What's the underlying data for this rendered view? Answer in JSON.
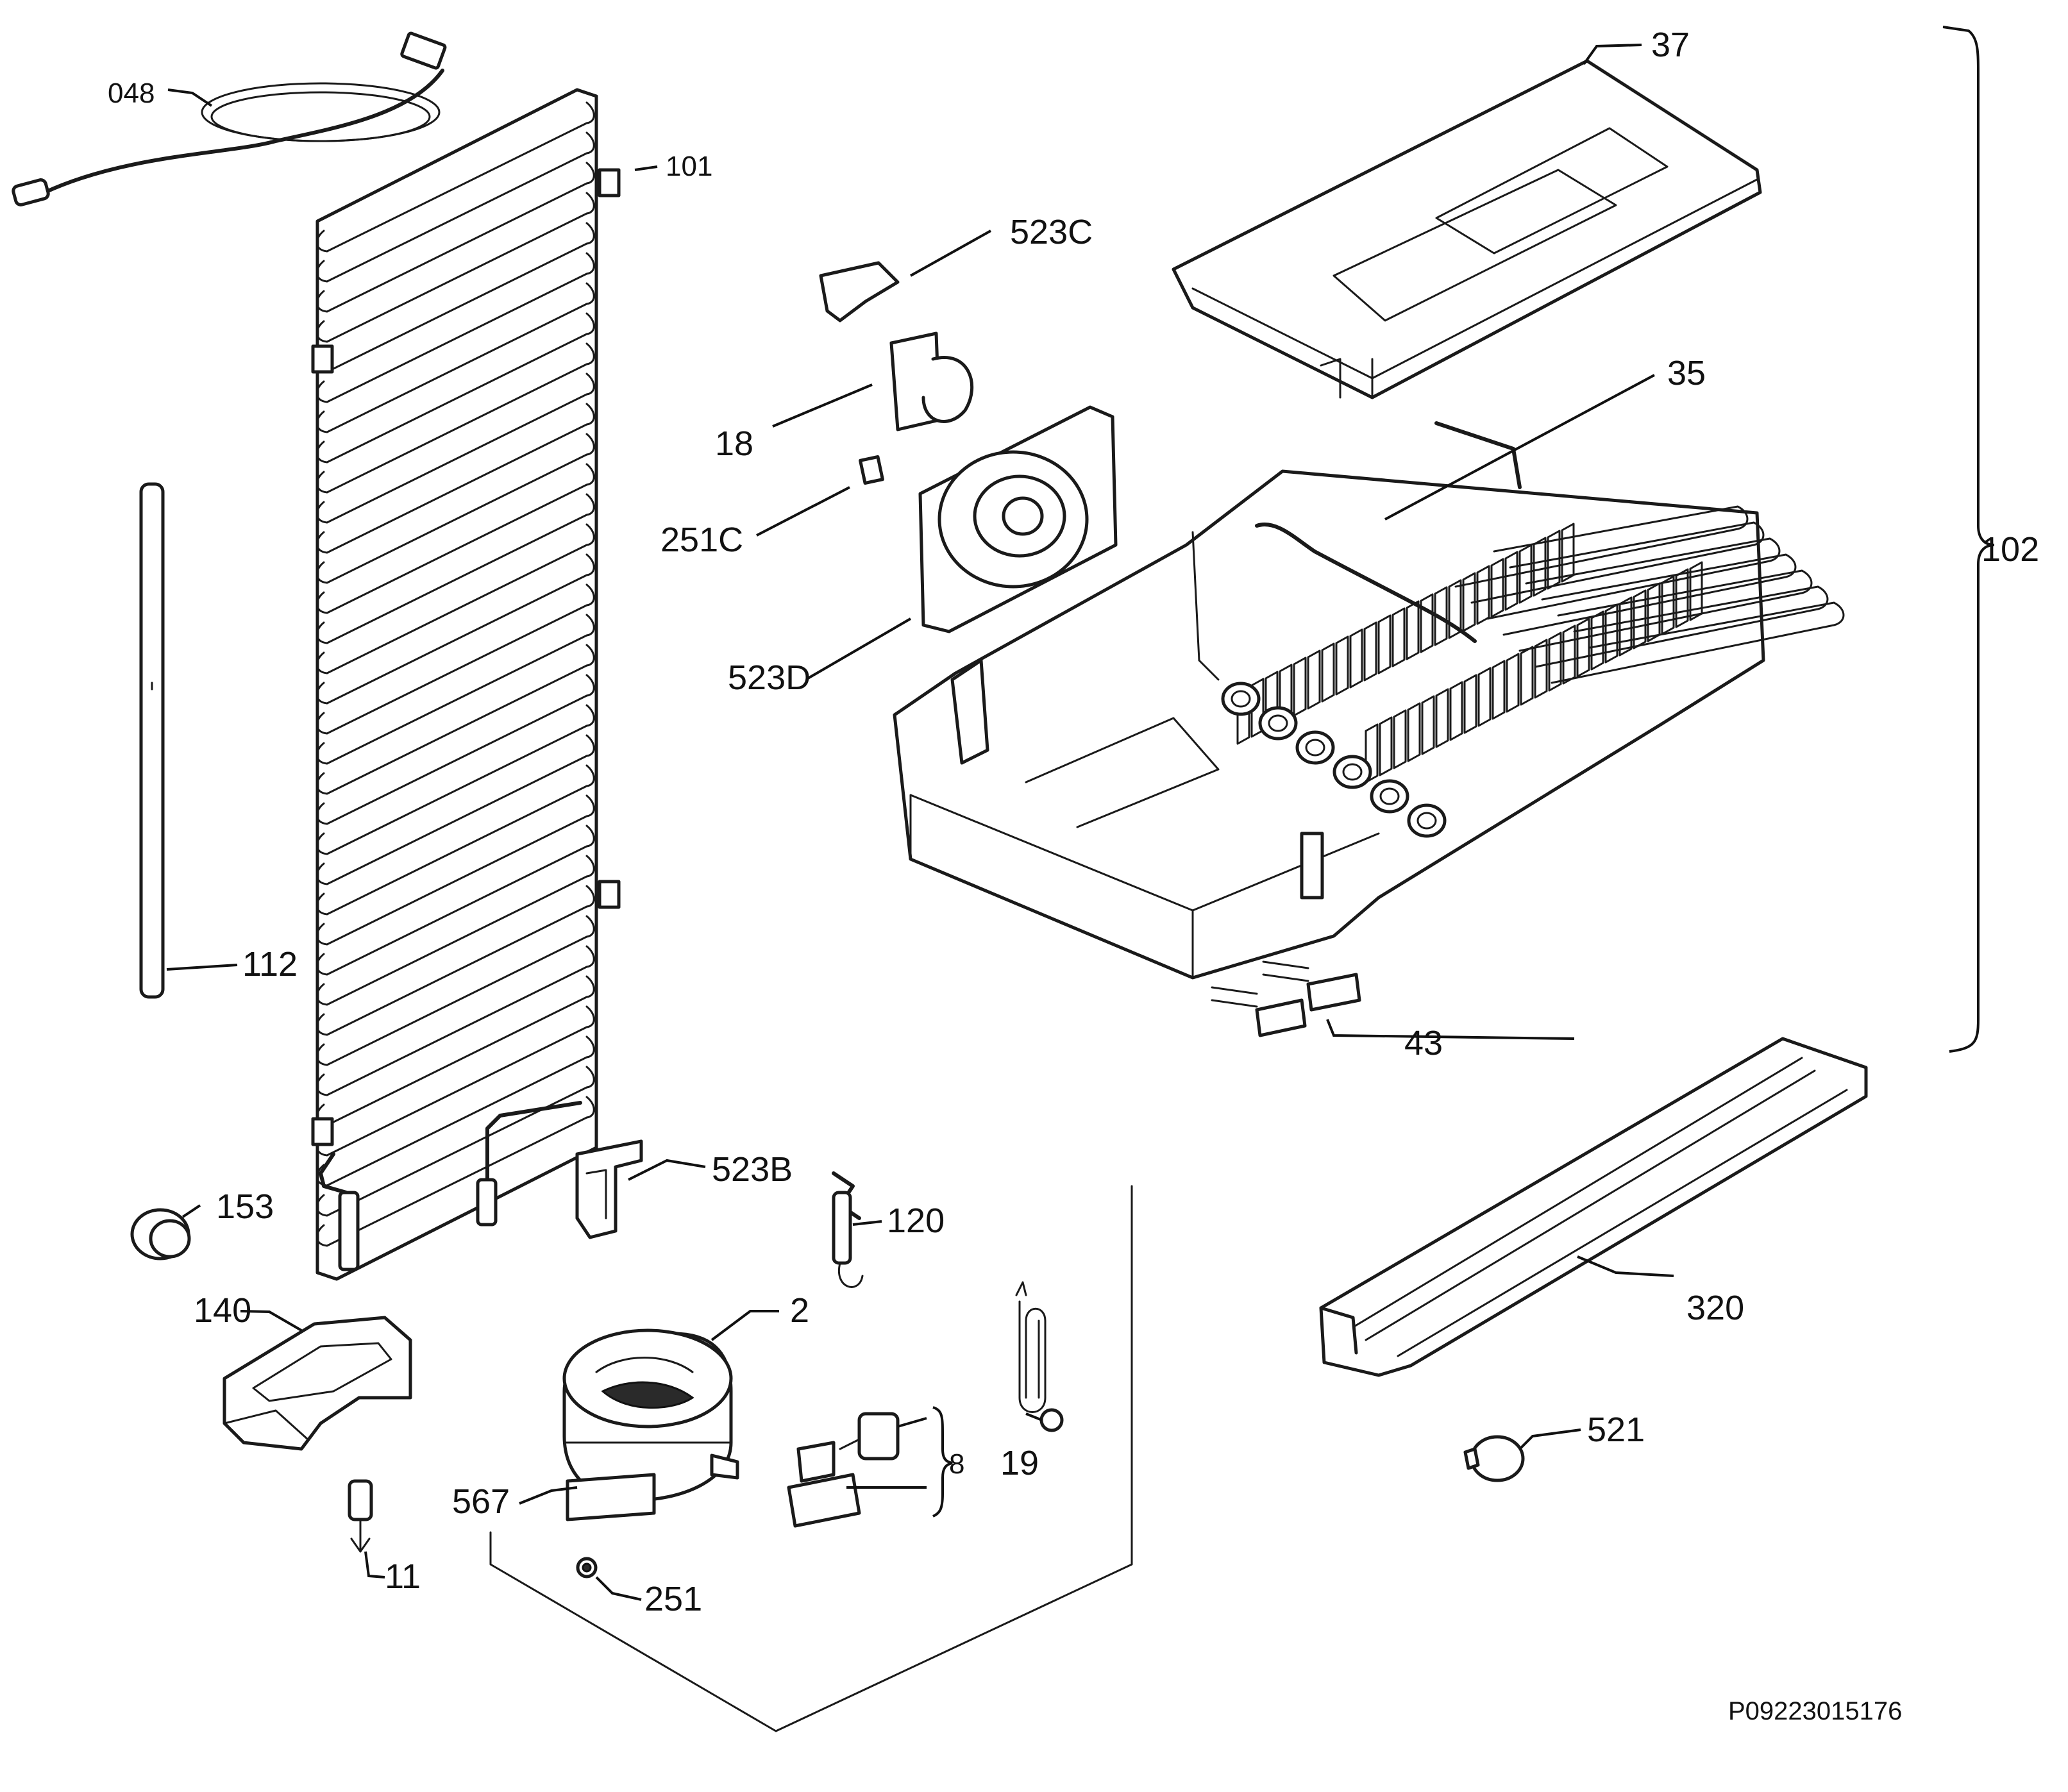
{
  "labels": {
    "p048": "048",
    "p101": "101",
    "p523c": "523C",
    "p37": "37",
    "p35": "35",
    "p18": "18",
    "p251c": "251C",
    "p523d": "523D",
    "p102": "102",
    "p112": "112",
    "p43": "43",
    "p523b": "523B",
    "p153": "153",
    "p120": "120",
    "p140": "140",
    "p2": "2",
    "p320": "320",
    "p8": "8",
    "p19": "19",
    "p521": "521",
    "p567": "567",
    "p11": "11",
    "p251": "251"
  },
  "drawing_code": "P09223015176",
  "icons": {
    "condenser": "wire-condenser-icon",
    "compressor": "compressor-icon",
    "evaporator": "evaporator-assembly-icon",
    "fan": "fan-motor-icon",
    "handle": "door-handle-bar-icon"
  }
}
